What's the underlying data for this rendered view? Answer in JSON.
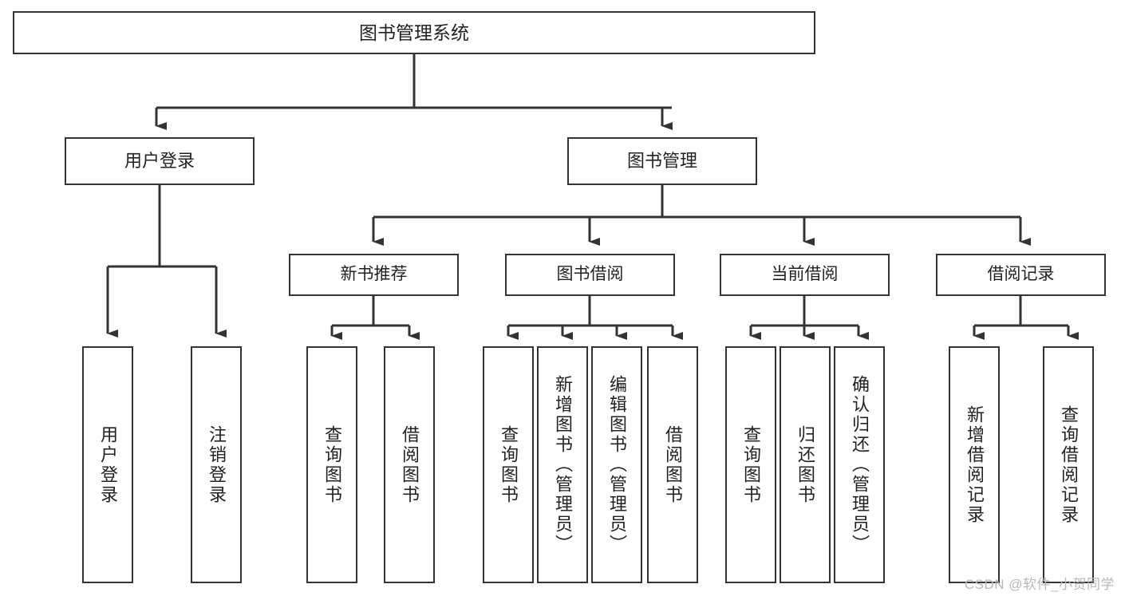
{
  "diagram": {
    "title": "图书管理系统",
    "type": "tree-hierarchy",
    "root": {
      "label": "图书管理系统"
    },
    "level1": [
      {
        "label": "用户登录"
      },
      {
        "label": "图书管理"
      }
    ],
    "level2": [
      {
        "label": "新书推荐"
      },
      {
        "label": "图书借阅"
      },
      {
        "label": "当前借阅"
      },
      {
        "label": "借阅记录"
      }
    ],
    "leaves": {
      "user_login": [
        {
          "label": "用户登录"
        },
        {
          "label": "注销登录"
        }
      ],
      "new_book_recommend": [
        {
          "label": "查询图书"
        },
        {
          "label": "借阅图书"
        }
      ],
      "book_borrow": [
        {
          "label": "查询图书"
        },
        {
          "label": "新增图书（管理员）"
        },
        {
          "label": "编辑图书（管理员）"
        },
        {
          "label": "借阅图书"
        }
      ],
      "current_borrow": [
        {
          "label": "查询图书"
        },
        {
          "label": "归还图书"
        },
        {
          "label": "确认归还（管理员）"
        }
      ],
      "borrow_record": [
        {
          "label": "新增借阅记录"
        },
        {
          "label": "查询借阅记录"
        }
      ]
    }
  },
  "watermark": {
    "text": "CSDN @软件_小贺同学"
  },
  "colors": {
    "stroke": "#333333",
    "background": "#ffffff",
    "text": "#222222",
    "watermark": "#b9b9b9"
  }
}
